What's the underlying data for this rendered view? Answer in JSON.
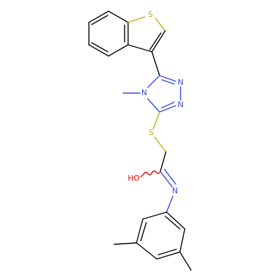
{
  "molecule": {
    "atom_labels": {
      "s_thiophene": "S",
      "n_ring_top": "N",
      "n_ring_bottom": "N",
      "n_ring_methyl": "N",
      "s_thioether": "S",
      "ho": "HO",
      "n_imine": "N"
    },
    "colors": {
      "carbon_bond": "#000000",
      "nitrogen": "#3344dd",
      "sulfur": "#b4b400",
      "oxygen": "#ee0000",
      "background": "#ffffff"
    }
  }
}
